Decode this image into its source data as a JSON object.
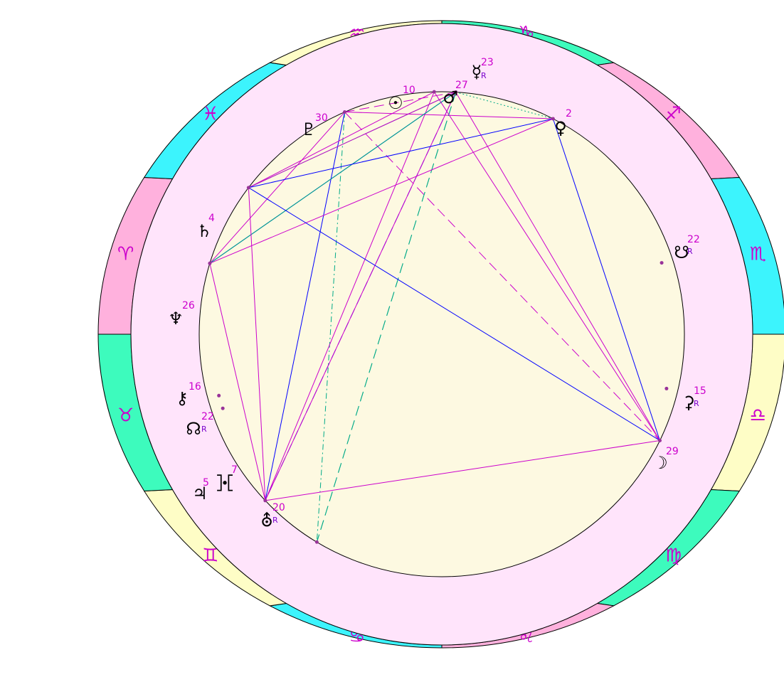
{
  "colors": {
    "background": "#ffffff",
    "outline": "#000000",
    "middle_ring": "#ffe4fb",
    "inner_disc": "#fdf9e1",
    "sign_text": "#cc00cc",
    "degree_text": "#cc00cc",
    "retro_text": "#7a00cc",
    "planet_dot": "#993399"
  },
  "zodiac": [
    {
      "name": "Capricorn",
      "glyph": "♑",
      "color": "#3dfbbd"
    },
    {
      "name": "Sagittarius",
      "glyph": "♐",
      "color": "#ffb1dd"
    },
    {
      "name": "Scorpio",
      "glyph": "♏",
      "color": "#3cf4fd"
    },
    {
      "name": "Libra",
      "glyph": "♎",
      "color": "#fefdc6"
    },
    {
      "name": "Virgo",
      "glyph": "♍",
      "color": "#3dfbbd"
    },
    {
      "name": "Leo",
      "glyph": "♌",
      "color": "#ffb1dd"
    },
    {
      "name": "Cancer",
      "glyph": "♋",
      "color": "#3cf4fd"
    },
    {
      "name": "Gemini",
      "glyph": "♊",
      "color": "#fefdc6"
    },
    {
      "name": "Taurus",
      "glyph": "♉",
      "color": "#3dfbbd"
    },
    {
      "name": "Aries",
      "glyph": "♈",
      "color": "#ffb1dd"
    },
    {
      "name": "Pisces",
      "glyph": "♓",
      "color": "#3cf4fd"
    },
    {
      "name": "Aquarius",
      "glyph": "♒",
      "color": "#fefdc6"
    }
  ],
  "planets": [
    {
      "id": "mercury",
      "glyph": "☿",
      "degree": "23",
      "retrograde": "R"
    },
    {
      "id": "mars",
      "glyph": "♂",
      "degree": "27",
      "retrograde": ""
    },
    {
      "id": "sun",
      "glyph": "☉",
      "degree": "10",
      "retrograde": ""
    },
    {
      "id": "pluto",
      "glyph": "♇",
      "degree": "30",
      "retrograde": ""
    },
    {
      "id": "venus",
      "glyph": "♀",
      "degree": "2",
      "retrograde": ""
    },
    {
      "id": "saturn",
      "glyph": "♄",
      "degree": "4",
      "retrograde": ""
    },
    {
      "id": "south-node",
      "glyph": "☋",
      "degree": "22",
      "retrograde": "R"
    },
    {
      "id": "neptune",
      "glyph": "♆",
      "degree": "26",
      "retrograde": ""
    },
    {
      "id": "chiron",
      "glyph": "⚷",
      "degree": "16",
      "retrograde": ""
    },
    {
      "id": "north-node",
      "glyph": "☊",
      "degree": "22",
      "retrograde": "R"
    },
    {
      "id": "ceres",
      "glyph": "⚳",
      "degree": "15",
      "retrograde": "R"
    },
    {
      "id": "proserpina",
      "glyph": "⯘",
      "degree": "7",
      "retrograde": ""
    },
    {
      "id": "moon",
      "glyph": "☽",
      "degree": "29",
      "retrograde": ""
    },
    {
      "id": "jupiter",
      "glyph": "♃",
      "degree": "5",
      "retrograde": ""
    },
    {
      "id": "uranus",
      "glyph": "⛢",
      "degree": "20",
      "retrograde": "R"
    }
  ],
  "aspects": [
    {
      "from": "pluto",
      "to": "venus",
      "color": "#cc00cc",
      "style": "solid"
    },
    {
      "from": "pluto",
      "to": "neptune",
      "color": "#cc00cc",
      "style": "solid"
    },
    {
      "from": "pluto",
      "to": "mars",
      "color": "#cc00cc",
      "style": "dashed"
    },
    {
      "from": "pluto",
      "to": "moon",
      "color": "#cc00cc",
      "style": "dashed"
    },
    {
      "from": "pluto",
      "to": "uranus",
      "color": "#00aa88",
      "style": "dashdot"
    },
    {
      "from": "pluto",
      "to": "proserpina",
      "color": "#0000ff",
      "style": "solid"
    },
    {
      "from": "sun",
      "to": "saturn",
      "color": "#cc00cc",
      "style": "solid"
    },
    {
      "from": "sun",
      "to": "proserpina",
      "color": "#cc00cc",
      "style": "solid"
    },
    {
      "from": "mars",
      "to": "saturn",
      "color": "#00aa88",
      "style": "solid"
    },
    {
      "from": "mars",
      "to": "neptune",
      "color": "#0000ff",
      "style": "solid"
    },
    {
      "from": "mars",
      "to": "proserpina",
      "color": "#0000ff",
      "style": "dashed"
    },
    {
      "from": "mars",
      "to": "uranus",
      "color": "#00aa88",
      "style": "dashed"
    },
    {
      "from": "mars",
      "to": "venus",
      "color": "#00aa88",
      "style": "dotted"
    },
    {
      "from": "mercury",
      "to": "saturn",
      "color": "#cc00cc",
      "style": "solid"
    },
    {
      "from": "mercury",
      "to": "neptune",
      "color": "#00aa88",
      "style": "solid"
    },
    {
      "from": "mercury",
      "to": "moon",
      "color": "#cc00cc",
      "style": "solid"
    },
    {
      "from": "mercury",
      "to": "proserpina",
      "color": "#cc00cc",
      "style": "solid"
    },
    {
      "from": "mercury",
      "to": "uranus",
      "color": "#00aa88",
      "style": "dashed"
    },
    {
      "from": "venus",
      "to": "saturn",
      "color": "#0000ff",
      "style": "solid"
    },
    {
      "from": "venus",
      "to": "neptune",
      "color": "#cc00cc",
      "style": "solid"
    },
    {
      "from": "venus",
      "to": "moon",
      "color": "#0000ff",
      "style": "solid"
    },
    {
      "from": "saturn",
      "to": "moon",
      "color": "#0000ff",
      "style": "solid"
    },
    {
      "from": "saturn",
      "to": "proserpina",
      "color": "#cc00cc",
      "style": "solid"
    },
    {
      "from": "neptune",
      "to": "proserpina",
      "color": "#cc00cc",
      "style": "solid"
    },
    {
      "from": "proserpina",
      "to": "moon",
      "color": "#cc00cc",
      "style": "solid"
    },
    {
      "from": "sun",
      "to": "moon",
      "color": "#cc00cc",
      "style": "solid"
    }
  ]
}
